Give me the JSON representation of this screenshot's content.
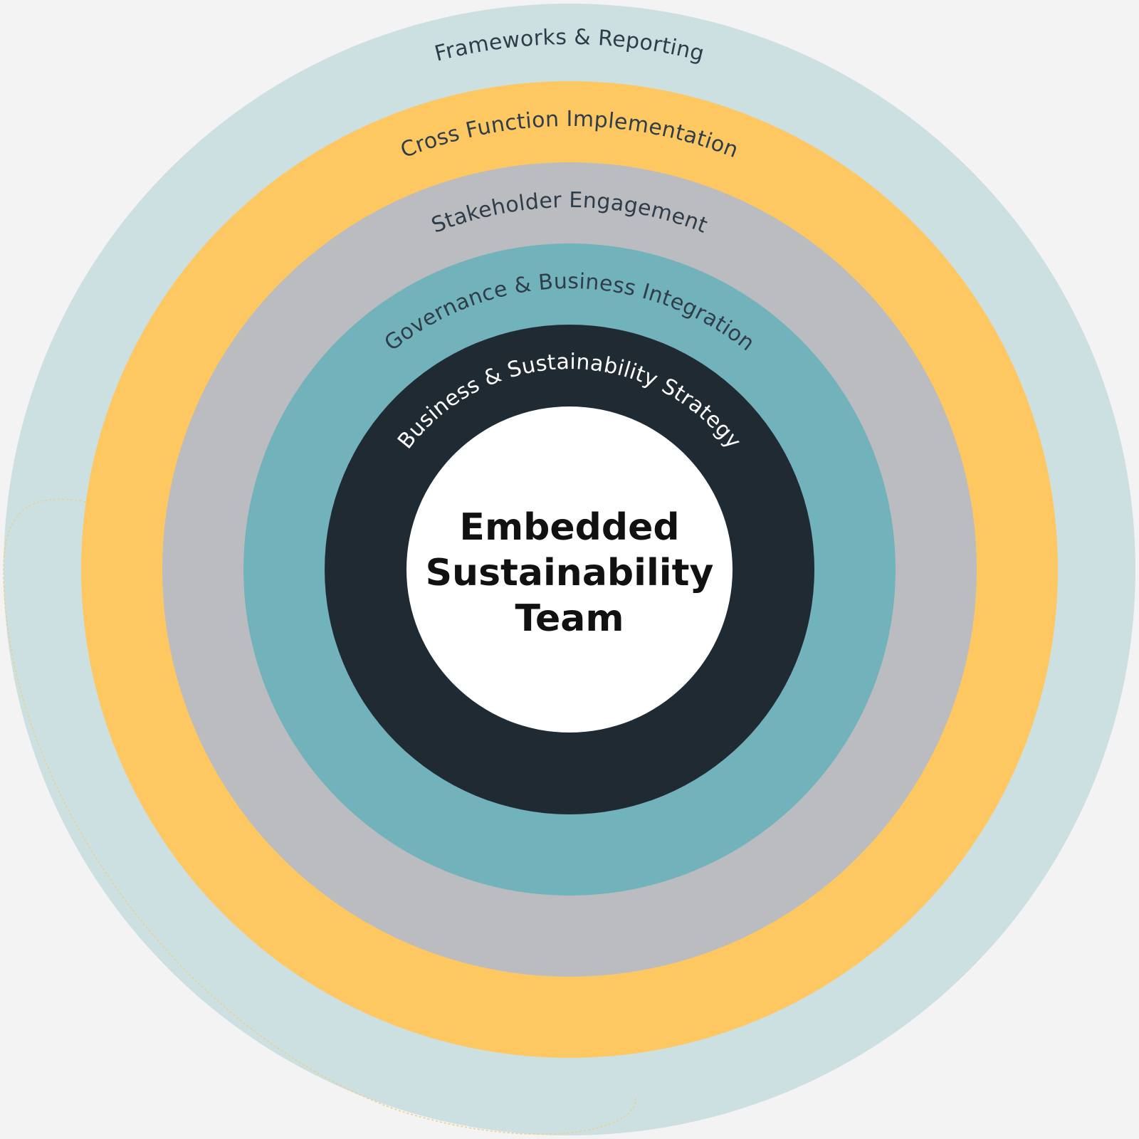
{
  "diagram": {
    "rings": [
      {
        "label": "Frameworks & Reporting",
        "fill": "#cce0e1",
        "text_color": "#2f3d4a"
      },
      {
        "label": "Cross Function Implementation",
        "fill": "#fdc862",
        "text_color": "#2f3d4a"
      },
      {
        "label": "Stakeholder Engagement",
        "fill": "#bbbcc0",
        "text_color": "#2f3d4a"
      },
      {
        "label": "Governance & Business Integration",
        "fill": "#72b3bb",
        "text_color": "#2f3d4a"
      },
      {
        "label": "Business & Sustainability Strategy",
        "fill": "#202a33",
        "text_color": "#ffffff"
      }
    ],
    "center": {
      "line1": "Embedded",
      "line2": "Sustainability",
      "line3": "Team",
      "fill": "#ffffff",
      "text_color": "#111111"
    },
    "accent_outline": "#e9cf8a"
  }
}
